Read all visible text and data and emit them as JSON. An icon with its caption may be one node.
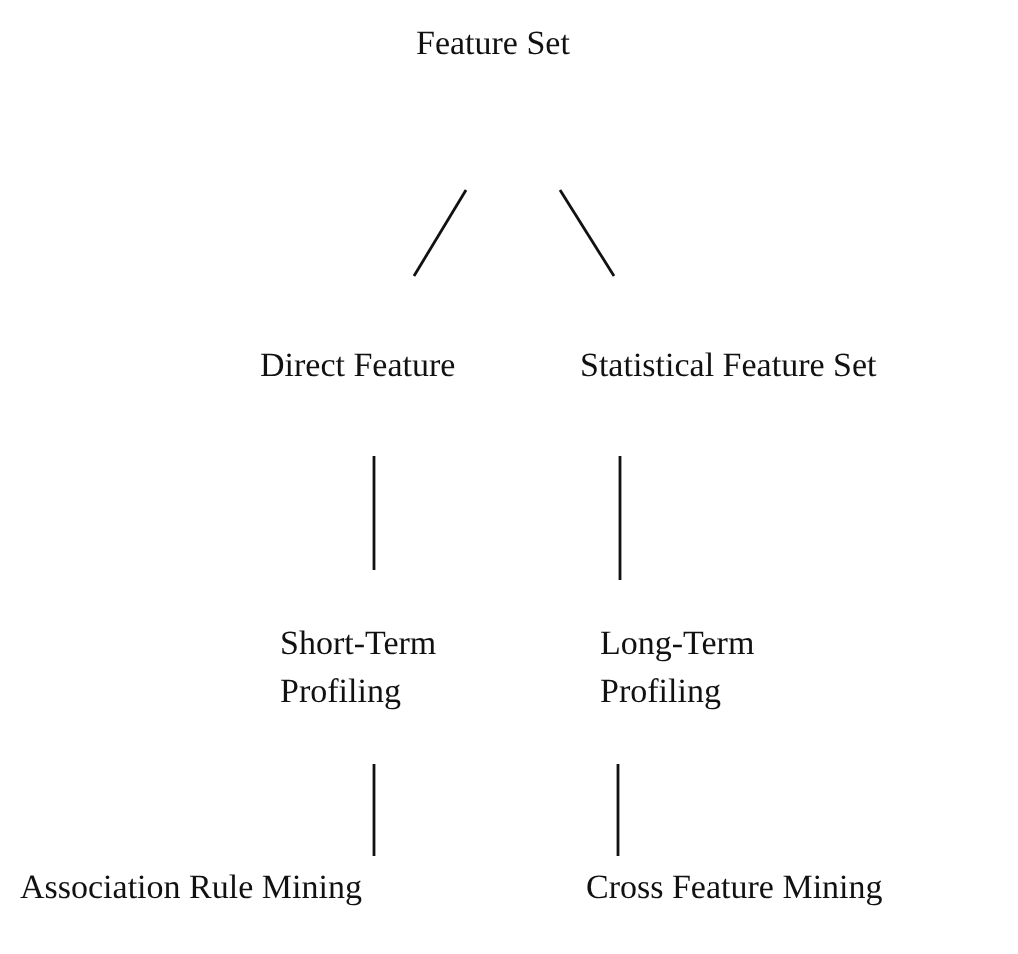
{
  "diagram": {
    "nodes": [
      {
        "text": [
          "Feature Set"
        ]
      },
      {
        "text": [
          "Direct Feature"
        ]
      },
      {
        "text": [
          "Statistical Feature Set"
        ]
      },
      {
        "text": [
          "Short-Term Profiling"
        ]
      },
      {
        "text": [
          "Long-Term Profiling"
        ]
      },
      {
        "text": [
          "Association Rule Mining"
        ]
      },
      {
        "text": [
          "Cross Feature Mining"
        ]
      }
    ],
    "edges": [
      {
        "from": 0,
        "to": 1,
        "arrow": "none"
      },
      {
        "from": 0,
        "to": 2,
        "arrow": "none"
      },
      {
        "from": 1,
        "to": 3,
        "arrow": "none"
      },
      {
        "from": 2,
        "to": 4,
        "arrow": "none"
      },
      {
        "from": 3,
        "to": 5,
        "arrow": "none"
      },
      {
        "from": 4,
        "to": 6,
        "arrow": "none"
      }
    ]
  }
}
